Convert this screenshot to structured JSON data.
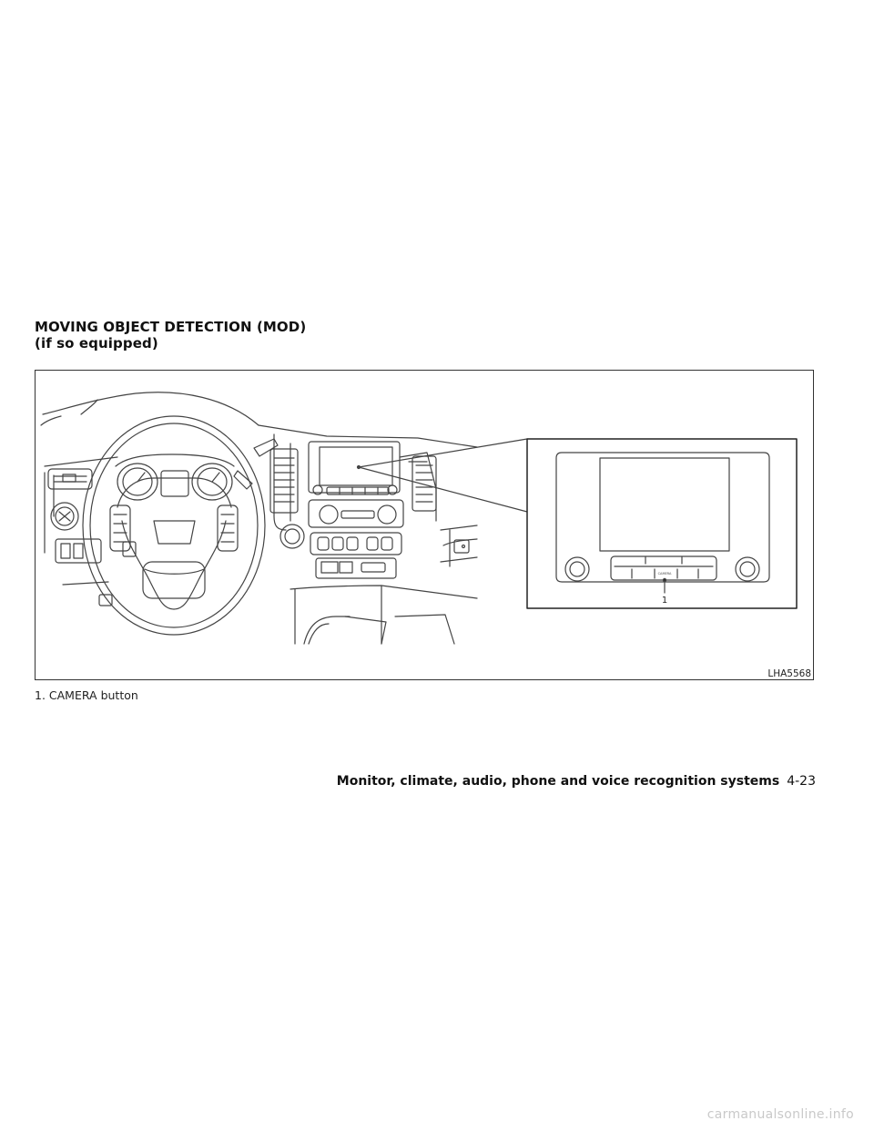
{
  "heading": {
    "line1": "MOVING OBJECT DETECTION (MOD)",
    "line2": "(if so equipped)"
  },
  "figure": {
    "code": "LHA5568",
    "callout_number": "1",
    "button_label": "CAMERA"
  },
  "caption": "1.  CAMERA button",
  "footer": {
    "section": "Monitor, climate, audio, phone and voice recognition systems",
    "page": "4-23"
  },
  "watermark": "carmanualsonline.info"
}
